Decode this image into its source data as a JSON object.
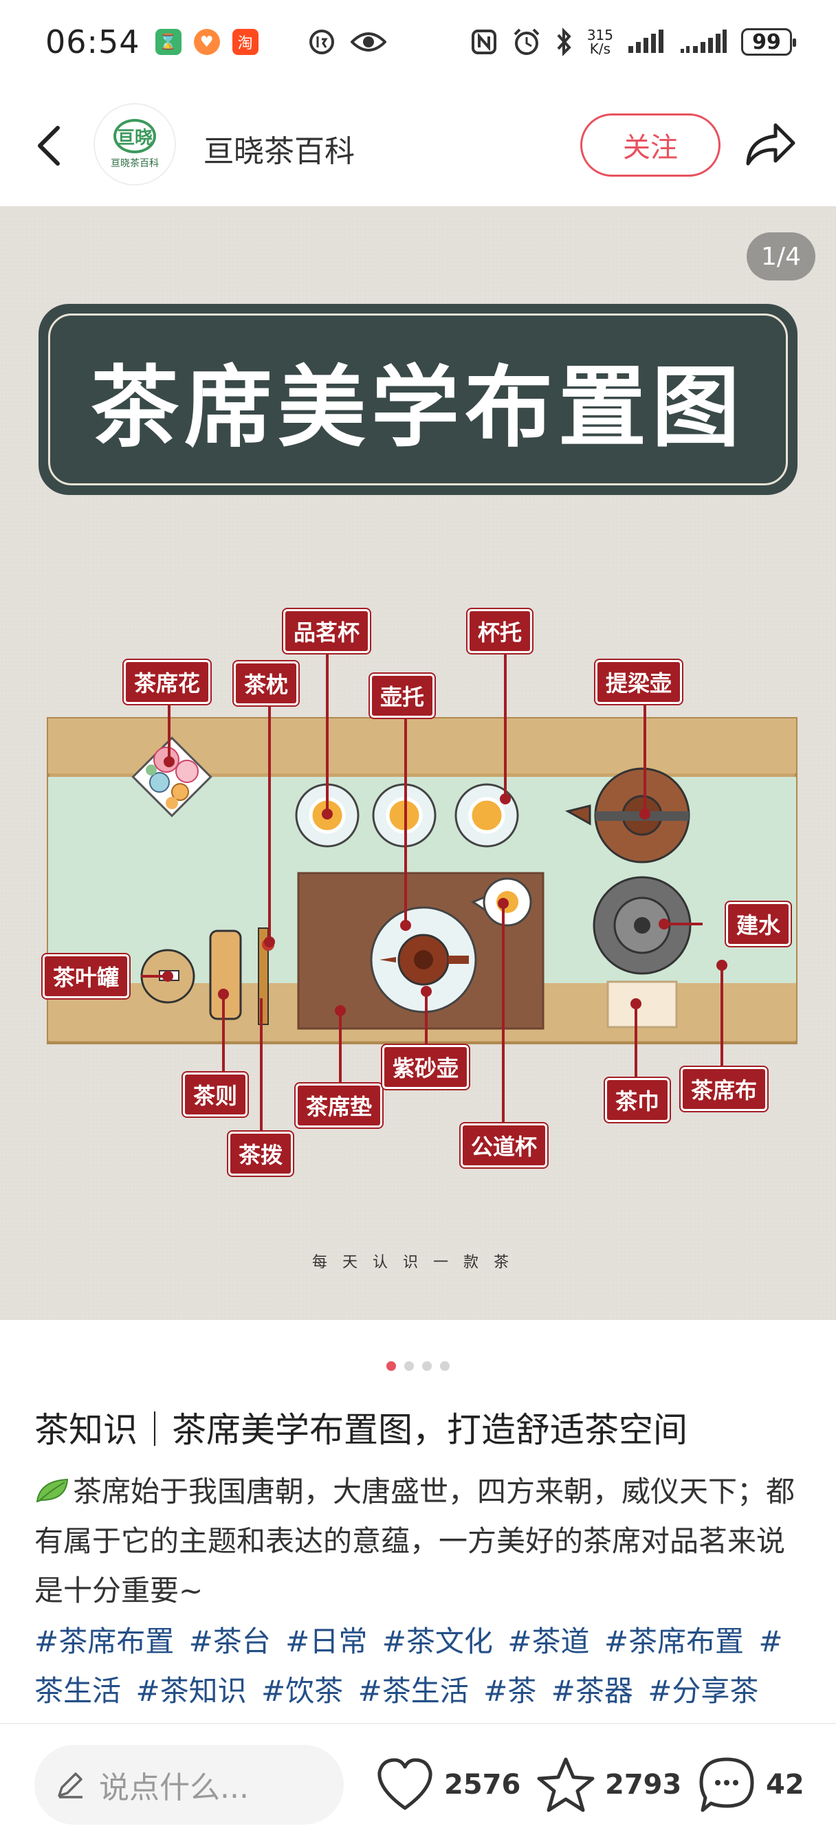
{
  "status_bar": {
    "time": "06:54",
    "network_speed_value": "315",
    "network_speed_unit": "K/s",
    "battery": "99"
  },
  "header": {
    "back_icon": "chevron-left-icon",
    "account_name": "亘晓茶百科",
    "avatar_logo_text": "亘晓",
    "avatar_sub_text": "亘晓茶百科",
    "follow_label": "关注",
    "share_icon": "share-arrow-icon"
  },
  "poster": {
    "page_indicator": "1/4",
    "banner_title": "茶席美学布置图",
    "labels": {
      "pinming_cup": "品茗杯",
      "cup_saucer": "杯托",
      "tea_flower": "茶席花",
      "tea_pillow": "茶枕",
      "pot_stand": "壶托",
      "handle_pot": "提梁壶",
      "tea_canister": "茶叶罐",
      "waste_bowl": "建水",
      "tea_scoop": "茶则",
      "tea_mat": "茶席垫",
      "zisha_pot": "紫砂壶",
      "tea_towel": "茶巾",
      "tea_cloth": "茶席布",
      "tea_pick": "茶拨",
      "fair_cup": "公道杯"
    },
    "footer": "每天认识一款茶"
  },
  "carousel": {
    "total": 4,
    "active": 0
  },
  "post": {
    "title": "茶知识｜茶席美学布置图，打造舒适茶空间",
    "body": "茶席始于我国唐朝，大唐盛世，四方来朝，威仪天下；都有属于它的主题和表达的意蕴，一方美好的茶席对品茗来说是十分重要~",
    "tags": [
      "#茶席布置",
      "#茶台",
      "#日常",
      "#茶文化",
      "#茶道",
      "#茶席布置",
      "#茶生活",
      "#茶知识",
      "#饮茶",
      "#茶生活",
      "#茶",
      "#茶器",
      "#分享茶"
    ]
  },
  "bottom_bar": {
    "comment_placeholder": "说点什么...",
    "likes": "2576",
    "favorites": "2793",
    "comments": "42"
  },
  "colors": {
    "accent": "#e8525f",
    "label_red": "#a31d24",
    "banner_dark": "#3a4a49",
    "tag_blue": "#244f87"
  }
}
